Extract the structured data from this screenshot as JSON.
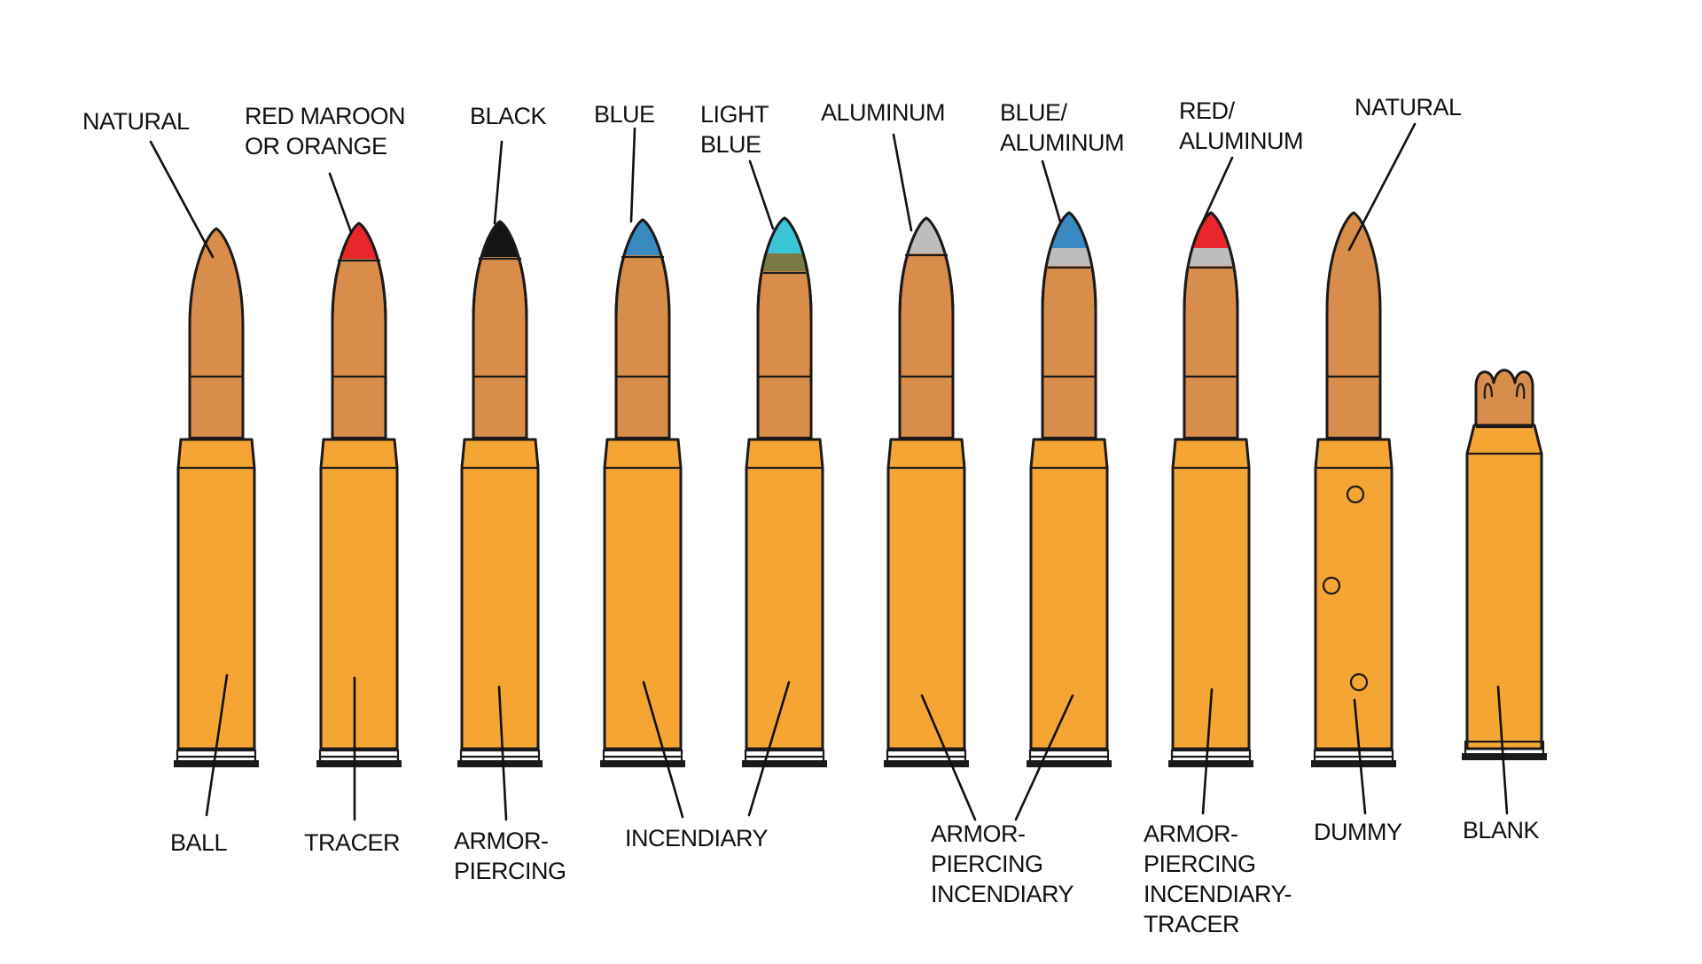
{
  "colors": {
    "case": "#f5a533",
    "bullet": "#d98d4b",
    "outline": "#1a1a1a",
    "rim": "#e4e4e4",
    "hole": "#ffffff"
  },
  "cartridges": [
    {
      "tip_label": [
        "NATURAL"
      ],
      "type_label": [
        "BALL"
      ],
      "tip_color": null,
      "band_color": null
    },
    {
      "tip_label": [
        "RED MAROON",
        "OR ORANGE"
      ],
      "type_label": [
        "TRACER"
      ],
      "tip_color": "#e8262c",
      "band_color": null
    },
    {
      "tip_label": [
        "BLACK"
      ],
      "type_label": [
        "ARMOR-",
        "PIERCING"
      ],
      "tip_color": "#141414",
      "band_color": null
    },
    {
      "tip_label": [
        "BLUE"
      ],
      "type_label": [],
      "tip_color": "#3a8ac2",
      "band_color": null
    },
    {
      "tip_label": [
        "LIGHT",
        "BLUE"
      ],
      "type_label": [],
      "tip_color": "#3ac6d6",
      "band_color": "#7c7a44"
    },
    {
      "tip_label": [
        "ALUMINUM"
      ],
      "type_label": [],
      "tip_color": "#bdbdbd",
      "band_color": null
    },
    {
      "tip_label": [
        "BLUE/",
        "ALUMINUM"
      ],
      "type_label": [],
      "tip_color": "#3a8ac2",
      "band_color": "#bdbdbd"
    },
    {
      "tip_label": [
        "RED/",
        "ALUMINUM"
      ],
      "type_label": [
        "ARMOR-",
        "PIERCING",
        "INCENDIARY-",
        "TRACER"
      ],
      "tip_color": "#e8262c",
      "band_color": "#bdbdbd"
    },
    {
      "tip_label": [
        "NATURAL"
      ],
      "type_label": [
        "DUMMY"
      ],
      "tip_color": null,
      "band_color": null
    },
    {
      "tip_label": [],
      "type_label": [
        "BLANK"
      ],
      "tip_color": null,
      "band_color": null
    }
  ],
  "shared_labels": {
    "incendiary": [
      "INCENDIARY"
    ],
    "armor_piercing_incendiary": [
      "ARMOR-",
      "PIERCING",
      "INCENDIARY"
    ]
  }
}
